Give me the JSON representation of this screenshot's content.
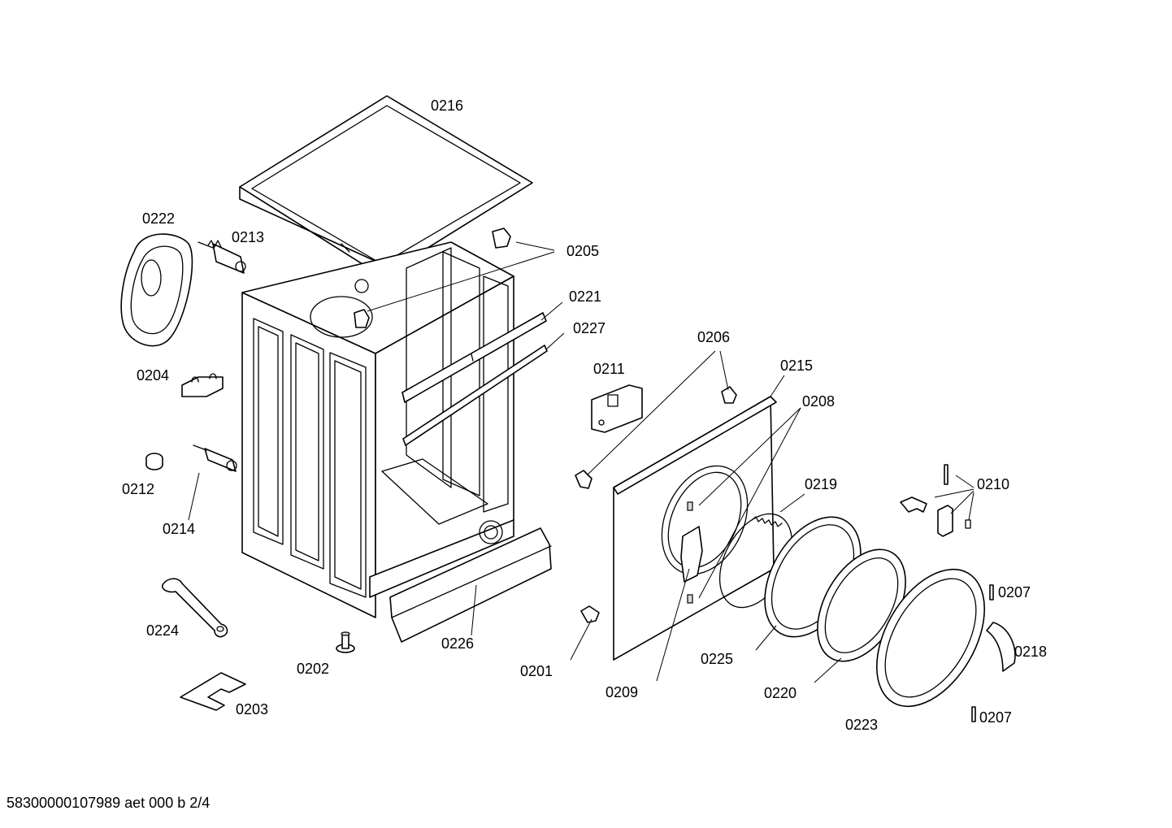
{
  "labels": {
    "l0216": "0216",
    "l0222": "0222",
    "l0213": "0213",
    "l0205": "0205",
    "l0221": "0221",
    "l0227": "0227",
    "l0204": "0204",
    "l0212": "0212",
    "l0214": "0214",
    "l0224": "0224",
    "l0202": "0202",
    "l0203": "0203",
    "l0226": "0226",
    "l0206": "0206",
    "l0211": "0211",
    "l0215": "0215",
    "l0208": "0208",
    "l0219": "0219",
    "l0201": "0201",
    "l0209": "0209",
    "l0225": "0225",
    "l0220": "0220",
    "l0223": "0223",
    "l0210": "0210",
    "l0207a": "0207",
    "l0218": "0218",
    "l0207b": "0207"
  },
  "footer": "58300000107989 aet 000 b 2/4"
}
